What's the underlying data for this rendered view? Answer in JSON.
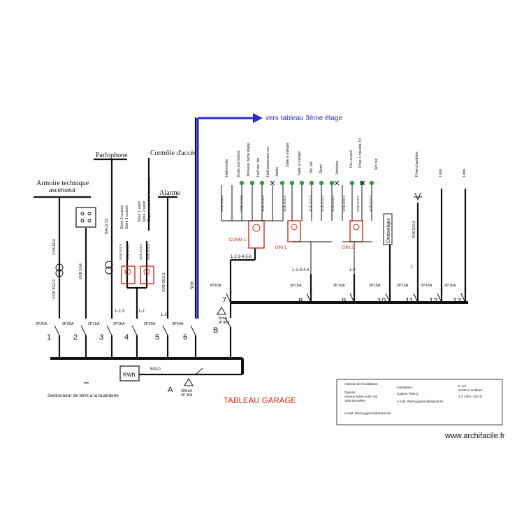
{
  "header": {
    "arrow_label": "vers tableau 3ème étage",
    "title": "TABLEAU GARAGE",
    "watermark": "www.archifacile.fr"
  },
  "left_labels": {
    "armoire": "Armoire technique ascenseur",
    "parlophone": "Parlophone",
    "controle": "Contrôle d'accès",
    "alarme": "Alarme",
    "domotique": "Domotique",
    "sectionneur": "Sectionneur de terre à la buanderie"
  },
  "circuits_left": [
    {
      "num": "1",
      "breaker": "3P25A",
      "cable": "VOB 3G2,5",
      "cable2": "XVB 5G4"
    },
    {
      "num": "2",
      "breaker": "3P25A",
      "cable": "XVB 5G4"
    },
    {
      "num": "3",
      "breaker": "2P16A",
      "cable": "BALD 22"
    },
    {
      "num": "4",
      "breaker": "2P16A",
      "cable": "1-2-3",
      "cable2": "1-2"
    },
    {
      "num": "5",
      "breaker": "2P20A",
      "cable": "XVB 3G2,5",
      "cable2": "1-2"
    },
    {
      "num": "6",
      "breaker": "3P40A",
      "cable": "5G6"
    }
  ],
  "circuit_4_loads": [
    "Store 2 cuisine",
    "Store 1 cuisine",
    "Store 1 salon",
    "Store 2 salon",
    "Clapet prise d'air feu ouvert"
  ],
  "circuit_4_cables": [
    "VOB 3G2,5",
    "VOB 3G2,5",
    "VOB 3G2,5",
    "VOB 3G2,5"
  ],
  "right_loads": [
    "Hall entrée",
    "Boîte aux lettres",
    "Terrasse 2ème étage",
    "Hall sec 1er",
    "Hall ascenseur rez",
    "Jardin",
    "Salle à manger",
    "Salle à manger",
    "Wc 1er",
    "Stock",
    "Vestiaire",
    "Feu ouvert",
    "Prise 3 meuble TV",
    "Wc rez",
    "Prise chaudière",
    "Libre",
    "Libre"
  ],
  "right_cables": [
    "VOB 3G2,5",
    "VOB 3G2,5",
    "VOB 3G2,5",
    "VOB 3G2,5",
    "VOB 3G2,5",
    "VOB 3G2,5",
    "VOB 3G2,5",
    "VOB 3G2,5",
    "VOB 3G2,5",
    "VOB 3G2,5",
    "XVB 3G2,5"
  ],
  "dimmers": {
    "comm1": "COMM 1",
    "dim1": "DIM 1",
    "dim2": "DIM 2"
  },
  "groups": {
    "g7": "1-2-3-4-5-6",
    "g8": "1-2-3-4-5",
    "g9": "1-2",
    "g11": "1",
    "g11b": "1"
  },
  "circuits_right": [
    {
      "num": "7",
      "breaker": "2P16A"
    },
    {
      "num": "8",
      "breaker": "2P16A"
    },
    {
      "num": "9",
      "breaker": "2P16A"
    },
    {
      "num": "10",
      "breaker": "2P16A"
    },
    {
      "num": "11",
      "breaker": "2P16A"
    },
    {
      "num": "12",
      "breaker": "2P16A"
    },
    {
      "num": "13",
      "breaker": "2P16A"
    }
  ],
  "diff_b": {
    "label": "B",
    "rating": "30mA",
    "poles": "2P 40A"
  },
  "diff_a": {
    "label": "A",
    "rating": "300mA",
    "poles": "4P 40A"
  },
  "supply": {
    "kwh": "Kwh",
    "cable": "5G10"
  },
  "info_box": {
    "adresse_label": "Adresse de l'installation:",
    "adresse_name": "Gypens",
    "adresse_street": "Avenue Marie José 103",
    "adresse_city": "1200 Bruxelles",
    "email": "e-mail: thierry.gypens@skynet.be",
    "installateur_label": "Installateur:",
    "installateur_name": "Gypens Thierry",
    "installateur_email": "e-mail: thierry.gypens@skynet.be",
    "page": "P. 1/1",
    "schema": "Schéma unifilaire",
    "supply": "3 X 230V - 50 Hz"
  }
}
